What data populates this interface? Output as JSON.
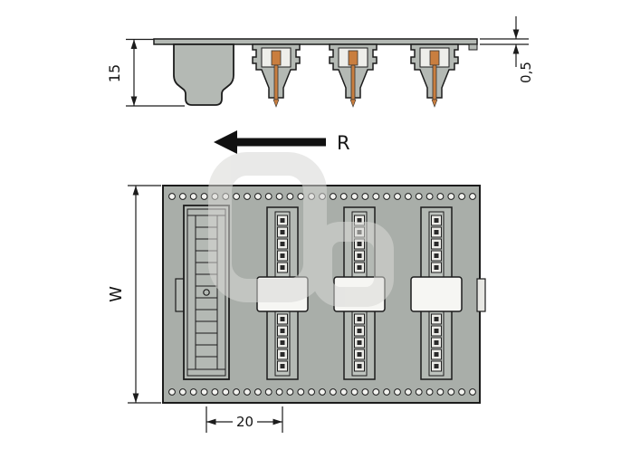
{
  "drawing": {
    "labels": {
      "height": "15",
      "thickness": "0,5",
      "direction": "R",
      "tape_width": "W",
      "pitch": "20"
    },
    "colors": {
      "line": "#1c1c1c",
      "tape": "#a9aea9",
      "part": "#b4b9b4",
      "pin": "#c97e3f",
      "contact": "#ecece8",
      "channel": "#bfc4bf",
      "cover": "#f6f6f3",
      "hole": "#f2f2ef",
      "watermark": "#d8d8d6"
    }
  }
}
